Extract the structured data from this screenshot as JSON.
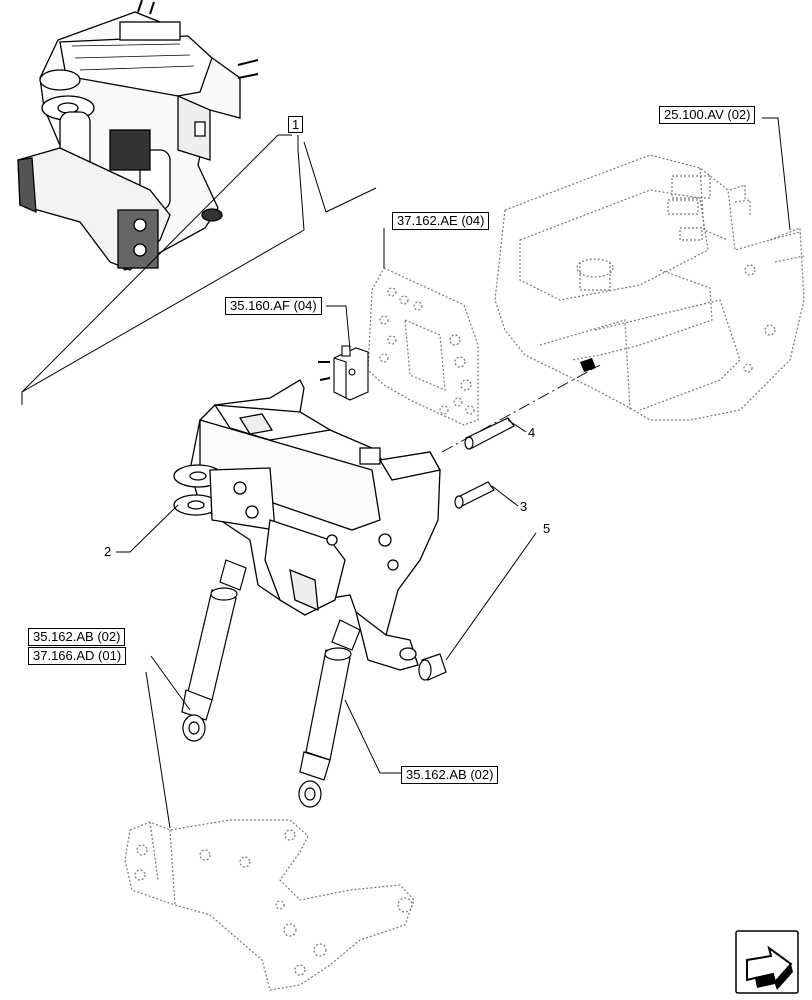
{
  "references": {
    "r1": "25.100.AV (02)",
    "r2": "37.162.AE (04)",
    "r3": "35.160.AF (04)",
    "r4": "35.162.AB (02)",
    "r5": "37.166.AD (01)",
    "r6": "35.162.AB (02)"
  },
  "items": {
    "n1": "1",
    "n2": "2",
    "n3": "3",
    "n4": "4",
    "n5": "5"
  },
  "icons": {
    "nav": "next-page-arrow-icon"
  },
  "colors": {
    "line": "#000000",
    "ghost": "#777777"
  }
}
